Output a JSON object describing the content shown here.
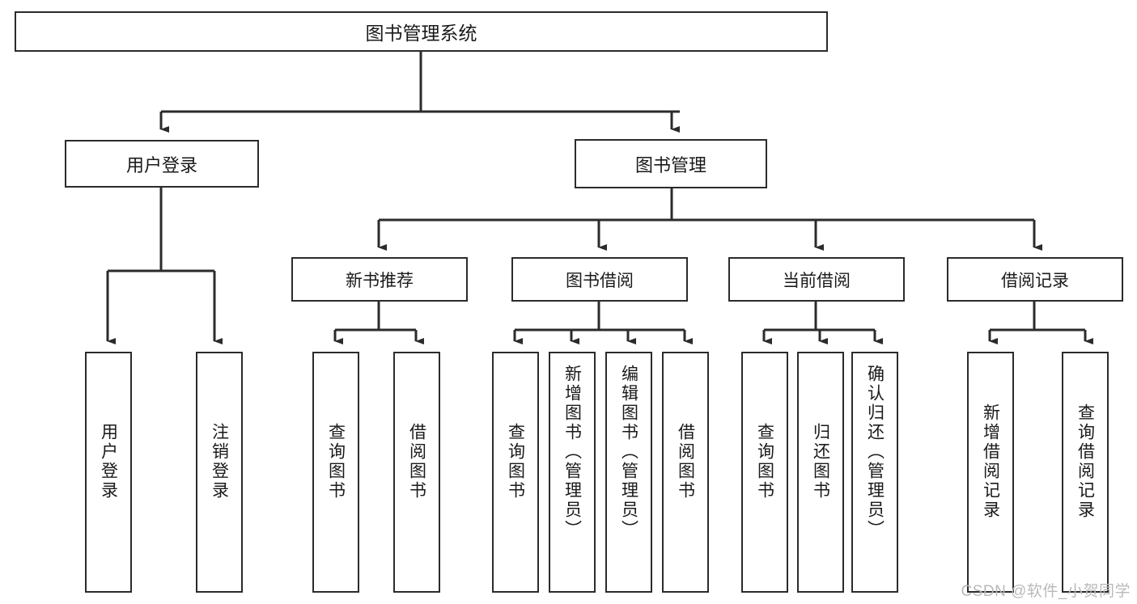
{
  "diagram": {
    "type": "tree",
    "title": "图书管理系统",
    "watermark": "CSDN @软件_小贺同学",
    "colors": {
      "border": "#2b2b2b",
      "background": "#ffffff",
      "text": "#1a1a1a",
      "watermark": "#b9b9b9"
    },
    "nodes": {
      "root": {
        "label": "图书管理系统"
      },
      "level2": [
        {
          "label": "用户登录"
        },
        {
          "label": "图书管理"
        }
      ],
      "level3": [
        {
          "label": "新书推荐"
        },
        {
          "label": "图书借阅"
        },
        {
          "label": "当前借阅"
        },
        {
          "label": "借阅记录"
        }
      ],
      "leaves": {
        "user_login": [
          {
            "label": "用户登录"
          },
          {
            "label": "注销登录"
          }
        ],
        "new_book": [
          {
            "label": "查询图书"
          },
          {
            "label": "借阅图书"
          }
        ],
        "book_borrow": [
          {
            "label": "查询图书"
          },
          {
            "label": "新增图书（管理员）"
          },
          {
            "label": "编辑图书（管理员）"
          },
          {
            "label": "借阅图书"
          }
        ],
        "current_borrow": [
          {
            "label": "查询图书"
          },
          {
            "label": "归还图书"
          },
          {
            "label": "确认归还（管理员）"
          }
        ],
        "borrow_record": [
          {
            "label": "新增借阅记录"
          },
          {
            "label": "查询借阅记录"
          }
        ]
      }
    }
  }
}
